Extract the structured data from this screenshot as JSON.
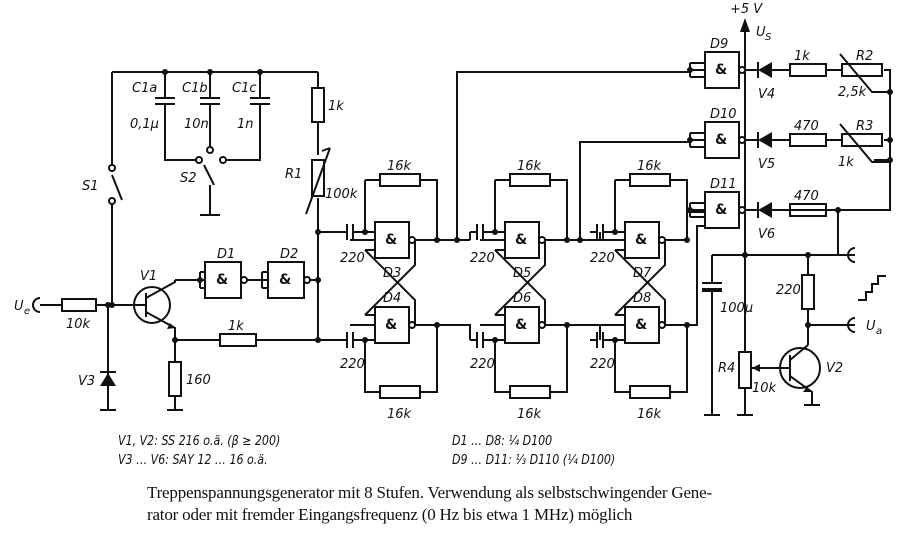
{
  "supply": {
    "voltage": "+5 V",
    "rail": "U",
    "rail_sub": "S"
  },
  "input": {
    "label": "U",
    "sub": "e"
  },
  "output": {
    "label": "U",
    "sub": "a"
  },
  "gate_symbol": "&",
  "gates": [
    "D1",
    "D2",
    "D3",
    "D4",
    "D5",
    "D6",
    "D7",
    "D8",
    "D9",
    "D10",
    "D11"
  ],
  "transistors": {
    "v1": "V1",
    "v2": "V2"
  },
  "diodes": {
    "v3": "V3",
    "v4": "V4",
    "v5": "V5",
    "v6": "V6"
  },
  "switches": {
    "s1": "S1",
    "s2": "S2"
  },
  "capacitors": {
    "c1a": "C1a",
    "c1a_val": "0,1µ",
    "c1b": "C1b",
    "c1b_val": "10n",
    "c1c": "C1c",
    "c1c_val": "1n",
    "coupling": "220",
    "electrolytic": "100µ"
  },
  "resistors": {
    "r_in": "10k",
    "r_emit": "1k",
    "r_160": "160",
    "r_top": "1k",
    "r1": "R1",
    "r1_val": "100k",
    "feedback": "16k",
    "r_d9": "1k",
    "r_d10": "470",
    "r_d11": "470",
    "r2": "R2",
    "r2_val": "2,5k",
    "r3": "R3",
    "r3_val": "1k",
    "r4": "R4",
    "r4_val": "10k",
    "r_v2": "220"
  },
  "notes": {
    "left": [
      "V1, V2: SS 216 o.ä. (β ≥ 200)",
      "V3 … V6: SAY 12 … 16 o.ä."
    ],
    "right": [
      "D1 … D8: ¼ D100",
      "D9 … D11: ⅓ D110 (¼ D100)"
    ]
  },
  "caption": [
    "Treppenspannungsgenerator mit 8 Stufen. Verwendung als selbstschwingender Gene-",
    "rator oder mit fremder Eingangsfrequenz (0 Hz bis etwa 1 MHz) möglich"
  ]
}
